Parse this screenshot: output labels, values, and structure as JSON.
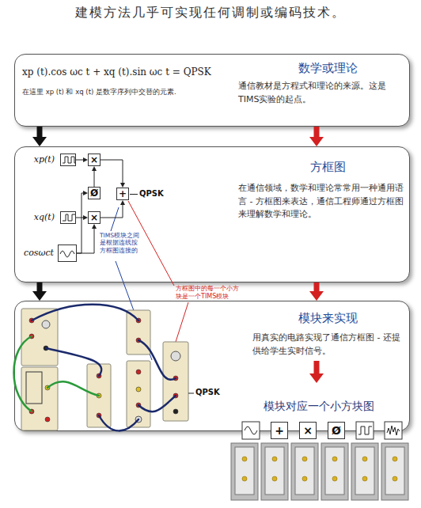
{
  "diagram": {
    "title": "建模方法几乎可实现任何调制或编码技术。",
    "nodes": [
      {
        "text": [
          "数学或理论",
          "通信教材是方程式和理论的来源。这是TIMS实验的起点。"
        ]
      },
      {
        "text": [
          "方框图",
          "在通信领域，数学和理论常常用一种通用语言 - 方框图来表达，通信工程师通过方框图来理解数学和理论。"
        ]
      },
      {
        "text": [
          "xp(t)"
        ],
        "in": 1
      },
      {
        "text": [
          "xq(t)"
        ],
        "in": 1
      },
      {
        "text": [
          "cosωct"
        ],
        "in": 1
      },
      {
        "text": [
          "×"
        ],
        "in": 1
      },
      {
        "text": [
          "Ø"
        ],
        "in": 1
      },
      {
        "text": [
          "×"
        ],
        "in": 1
      },
      {
        "text": [
          "+"
        ],
        "in": 1
      },
      {
        "text": [
          "模块来实现",
          "用真实的电路实现了通信方框图 - 还提供给学生实时信号。"
        ]
      },
      {
        "text": [
          "+"
        ]
      },
      {
        "text": [
          "×"
        ]
      },
      {
        "text": [
          "Ø"
        ]
      }
    ],
    "edges": [
      {
        "from": 0,
        "to": 1,
        "arrow": "to"
      },
      {
        "from": 0,
        "to": 1,
        "arrow": "to"
      },
      {
        "from": 1,
        "to": 9,
        "arrow": "to"
      },
      {
        "from": 1,
        "to": 9,
        "arrow": "to"
      },
      {
        "from": 2,
        "to": 5,
        "arrow": "to"
      },
      {
        "from": 3,
        "to": 7,
        "arrow": "to"
      },
      {
        "from": 4,
        "to": 7,
        "arrow": "to"
      },
      {
        "from": 4,
        "to": 6,
        "arrow": "to"
      },
      {
        "from": 6,
        "to": 5,
        "arrow": "to"
      },
      {
        "from": 5,
        "to": 8,
        "arrow": "to"
      },
      {
        "from": 7,
        "to": 8,
        "arrow": "to"
      }
    ],
    "labels": [
      "xp (t).cos ωc t + xq (t).sin ωc t = QPSK",
      "在這里 xp (t) 和 xq (t) 是数字序列中交替的元素.",
      "QPSK",
      "TIMS模块之间是根据连线按方框图连接的",
      "方框图中的每一个小方块是一个TIMS模块",
      "QPSK",
      "模块对应一个小方块图"
    ]
  }
}
